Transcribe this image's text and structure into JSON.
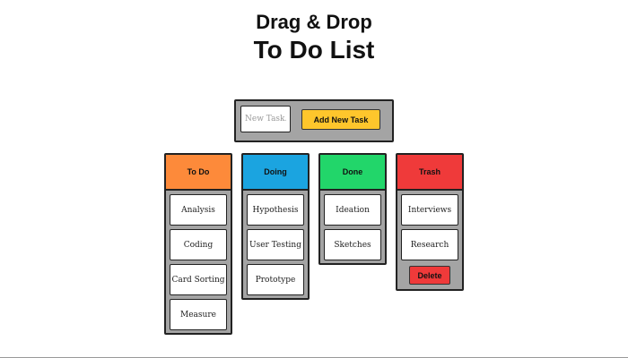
{
  "header": {
    "line1": "Drag & Drop",
    "line2": "To Do List"
  },
  "add_task": {
    "placeholder": "New Task...",
    "button_label": "Add New Task",
    "button_color": "#fec62c"
  },
  "columns": [
    {
      "title": "To Do",
      "color": "#fd8a3a",
      "cards": [
        "Analysis",
        "Coding",
        "Card Sorting",
        "Measure"
      ]
    },
    {
      "title": "Doing",
      "color": "#1ba4e0",
      "cards": [
        "Hypothesis",
        "User Testing",
        "Prototype"
      ]
    },
    {
      "title": "Done",
      "color": "#22d66a",
      "cards": [
        "Ideation",
        "Sketches"
      ]
    },
    {
      "title": "Trash",
      "color": "#ef3a3a",
      "cards": [
        "Interviews",
        "Research"
      ],
      "action_label": "Delete"
    }
  ]
}
